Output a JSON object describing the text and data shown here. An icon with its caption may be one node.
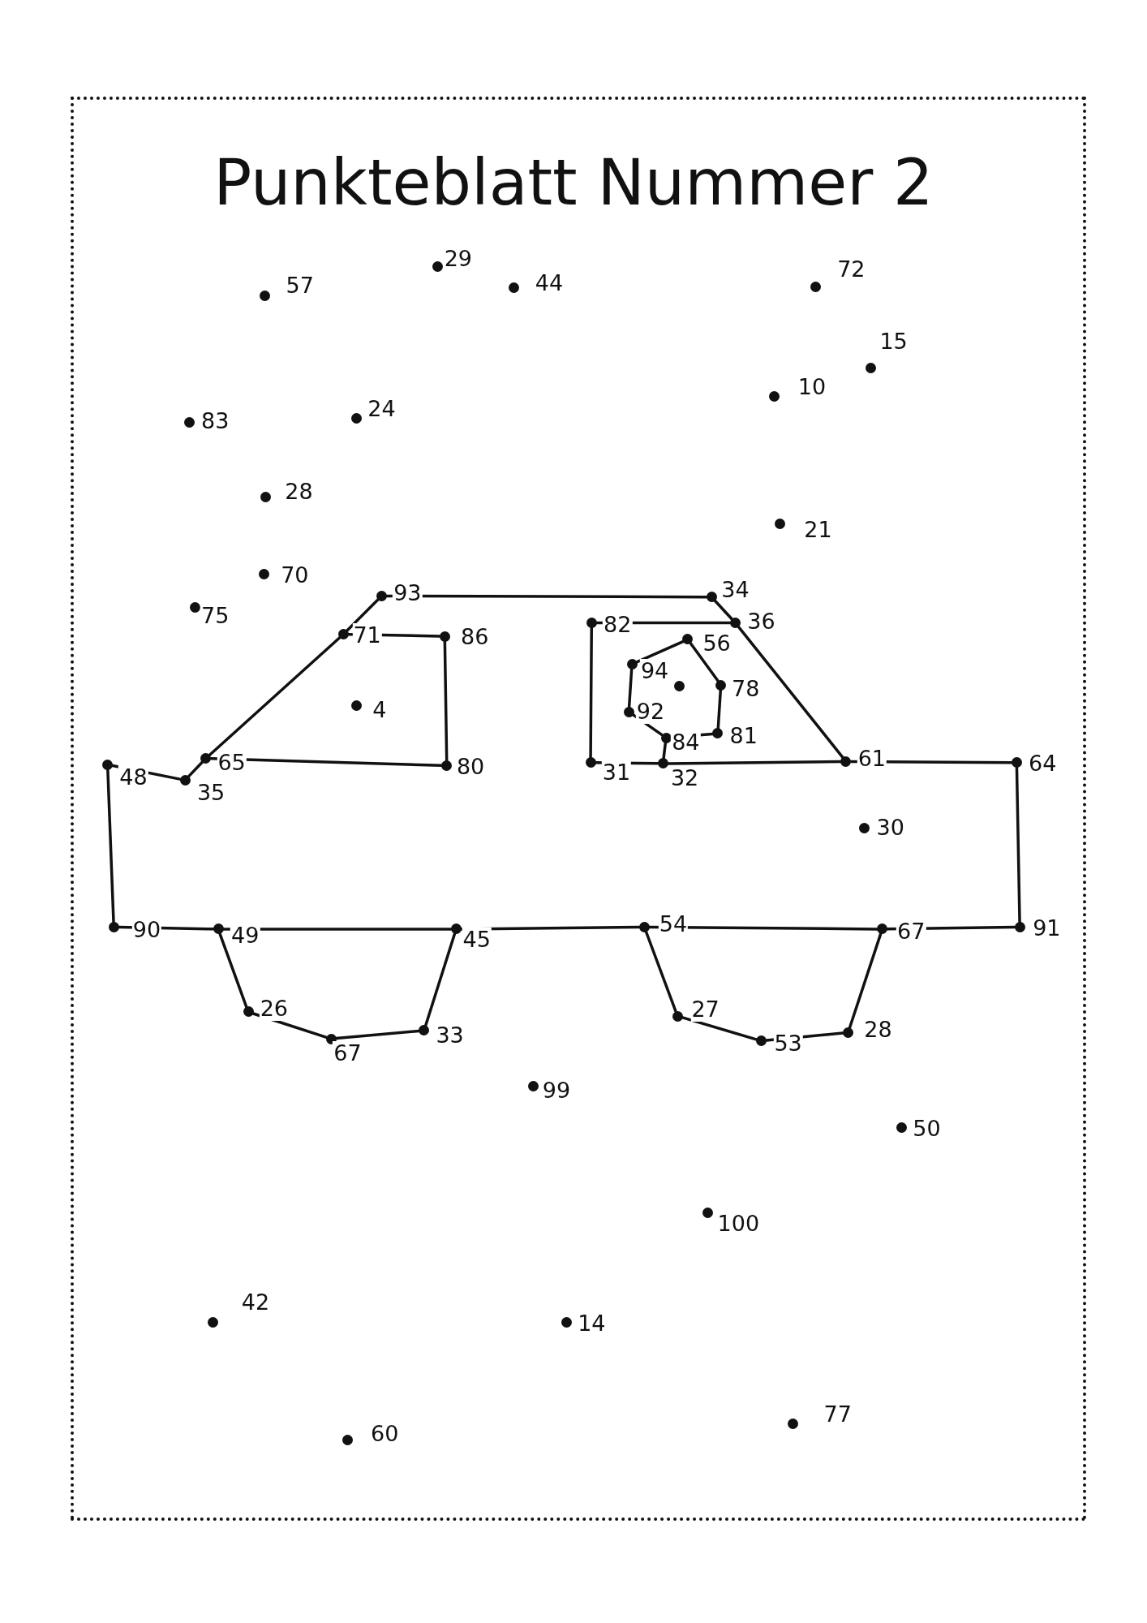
{
  "diagram": {
    "title": "Punkteblatt Nummer 2",
    "nodes": [
      {
        "text": [],
        "shape": "circle",
        "beside": [
          "57"
        ]
      },
      {
        "text": [],
        "shape": "circle",
        "beside": [
          "29"
        ]
      },
      {
        "text": [],
        "shape": "circle",
        "beside": [
          "44"
        ]
      },
      {
        "text": [],
        "shape": "circle",
        "beside": [
          "72"
        ]
      },
      {
        "text": [],
        "shape": "circle",
        "beside": [
          "15"
        ]
      },
      {
        "text": [],
        "shape": "circle",
        "beside": [
          "10"
        ]
      },
      {
        "text": [],
        "shape": "circle",
        "beside": [
          "83"
        ]
      },
      {
        "text": [],
        "shape": "circle",
        "beside": [
          "24"
        ]
      },
      {
        "text": [],
        "shape": "circle",
        "beside": [
          "28"
        ]
      },
      {
        "text": [],
        "shape": "circle",
        "beside": [
          "21"
        ]
      },
      {
        "text": [],
        "shape": "circle",
        "beside": [
          "70"
        ]
      },
      {
        "text": [],
        "shape": "circle",
        "beside": [
          "93"
        ]
      },
      {
        "text": [],
        "shape": "circle",
        "beside": [
          "34"
        ]
      },
      {
        "text": [],
        "shape": "circle",
        "beside": [
          "75"
        ]
      },
      {
        "text": [],
        "shape": "circle",
        "beside": [
          "82"
        ]
      },
      {
        "text": [],
        "shape": "circle",
        "beside": [
          "36"
        ]
      },
      {
        "text": [],
        "shape": "circle",
        "beside": [
          "71"
        ]
      },
      {
        "text": [],
        "shape": "circle",
        "beside": [
          "86"
        ]
      },
      {
        "text": [],
        "shape": "circle",
        "beside": [
          "56"
        ]
      },
      {
        "text": [],
        "shape": "circle",
        "beside": [
          "94"
        ]
      },
      {
        "text": [],
        "shape": "circle",
        "beside": [
          "78"
        ]
      },
      {
        "text": [],
        "shape": "circle"
      },
      {
        "text": [],
        "shape": "circle",
        "beside": [
          "4"
        ]
      },
      {
        "text": [],
        "shape": "circle",
        "beside": [
          "92"
        ]
      },
      {
        "text": [],
        "shape": "circle",
        "beside": [
          "81"
        ]
      },
      {
        "text": [],
        "shape": "circle",
        "beside": [
          "84"
        ]
      },
      {
        "text": [],
        "shape": "circle",
        "beside": [
          "65"
        ]
      },
      {
        "text": [],
        "shape": "circle",
        "beside": [
          "61"
        ]
      },
      {
        "text": [],
        "shape": "circle",
        "beside": [
          "31"
        ]
      },
      {
        "text": [],
        "shape": "circle",
        "beside": [
          "32"
        ]
      },
      {
        "text": [],
        "shape": "circle",
        "beside": [
          "64"
        ]
      },
      {
        "text": [],
        "shape": "circle",
        "beside": [
          "48"
        ]
      },
      {
        "text": [],
        "shape": "circle",
        "beside": [
          "80"
        ]
      },
      {
        "text": [],
        "shape": "circle",
        "beside": [
          "35"
        ]
      },
      {
        "text": [],
        "shape": "circle",
        "beside": [
          "30"
        ]
      },
      {
        "text": [],
        "shape": "circle",
        "beside": [
          "90"
        ]
      },
      {
        "text": [],
        "shape": "circle",
        "beside": [
          "54"
        ]
      },
      {
        "text": [],
        "shape": "circle",
        "beside": [
          "91"
        ]
      },
      {
        "text": [],
        "shape": "circle",
        "beside": [
          "49"
        ]
      },
      {
        "text": [],
        "shape": "circle",
        "beside": [
          "45"
        ]
      },
      {
        "text": [],
        "shape": "circle",
        "beside": [
          "67"
        ]
      },
      {
        "text": [],
        "shape": "circle",
        "beside": [
          "26"
        ]
      },
      {
        "text": [],
        "shape": "circle",
        "beside": [
          "27"
        ]
      },
      {
        "text": [],
        "shape": "circle",
        "beside": [
          "33"
        ]
      },
      {
        "text": [],
        "shape": "circle",
        "beside": [
          "28"
        ]
      },
      {
        "text": [],
        "shape": "circle",
        "beside": [
          "67"
        ]
      },
      {
        "text": [],
        "shape": "circle",
        "beside": [
          "53"
        ]
      },
      {
        "text": [],
        "shape": "circle",
        "beside": [
          "99"
        ]
      },
      {
        "text": [],
        "shape": "circle",
        "beside": [
          "50"
        ]
      },
      {
        "text": [],
        "shape": "circle",
        "beside": [
          "100"
        ]
      },
      {
        "text": [],
        "shape": "circle",
        "beside": [
          "42"
        ]
      },
      {
        "text": [],
        "shape": "circle",
        "beside": [
          "14"
        ]
      },
      {
        "text": [],
        "shape": "circle",
        "beside": [
          "77"
        ]
      },
      {
        "text": [],
        "shape": "circle",
        "beside": [
          "60"
        ]
      }
    ],
    "edges": [
      {
        "from": 11,
        "to": 12,
        "arrow": "none"
      },
      {
        "from": 12,
        "to": 15,
        "arrow": "none"
      },
      {
        "from": 15,
        "to": 27,
        "arrow": "none"
      },
      {
        "from": 11,
        "to": 16,
        "arrow": "none"
      },
      {
        "from": 16,
        "to": 26,
        "arrow": "none"
      },
      {
        "from": 26,
        "to": 33,
        "arrow": "none"
      },
      {
        "from": 33,
        "to": 31,
        "arrow": "none"
      },
      {
        "from": 31,
        "to": 35,
        "arrow": "none"
      },
      {
        "from": 35,
        "to": 38,
        "arrow": "none"
      },
      {
        "from": 38,
        "to": 39,
        "arrow": "none"
      },
      {
        "from": 39,
        "to": 36,
        "arrow": "none"
      },
      {
        "from": 36,
        "to": 40,
        "arrow": "none"
      },
      {
        "from": 40,
        "to": 37,
        "arrow": "none"
      },
      {
        "from": 37,
        "to": 30,
        "arrow": "none"
      },
      {
        "from": 30,
        "to": 27,
        "arrow": "none"
      },
      {
        "from": 27,
        "to": 29,
        "arrow": "none"
      },
      {
        "from": 29,
        "to": 28,
        "arrow": "none"
      },
      {
        "from": 28,
        "to": 14,
        "arrow": "none"
      },
      {
        "from": 14,
        "to": 15,
        "arrow": "none"
      },
      {
        "from": 16,
        "to": 17,
        "arrow": "none"
      },
      {
        "from": 17,
        "to": 32,
        "arrow": "none"
      },
      {
        "from": 32,
        "to": 26,
        "arrow": "none"
      },
      {
        "from": 19,
        "to": 18,
        "arrow": "none"
      },
      {
        "from": 18,
        "to": 20,
        "arrow": "none"
      },
      {
        "from": 20,
        "to": 24,
        "arrow": "none"
      },
      {
        "from": 24,
        "to": 25,
        "arrow": "none"
      },
      {
        "from": 25,
        "to": 23,
        "arrow": "none"
      },
      {
        "from": 23,
        "to": 19,
        "arrow": "none"
      },
      {
        "from": 25,
        "to": 29,
        "arrow": "none"
      },
      {
        "from": 38,
        "to": 41,
        "arrow": "none"
      },
      {
        "from": 41,
        "to": 45,
        "arrow": "none"
      },
      {
        "from": 45,
        "to": 43,
        "arrow": "none"
      },
      {
        "from": 43,
        "to": 39,
        "arrow": "none"
      },
      {
        "from": 36,
        "to": 42,
        "arrow": "none"
      },
      {
        "from": 42,
        "to": 46,
        "arrow": "none"
      },
      {
        "from": 46,
        "to": 44,
        "arrow": "none"
      },
      {
        "from": 44,
        "to": 40,
        "arrow": "none"
      }
    ]
  }
}
